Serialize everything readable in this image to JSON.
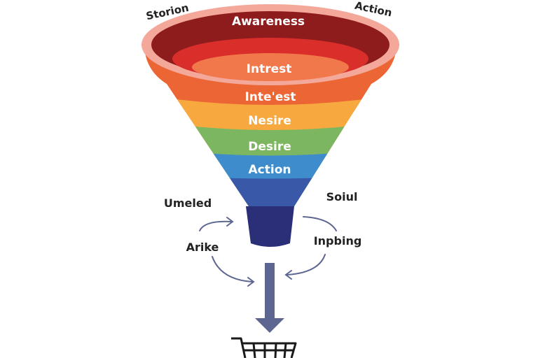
{
  "diagram": {
    "type": "marketing-funnel",
    "corner_labels": {
      "top_left": "Storion",
      "top_right": "Action"
    },
    "stages": [
      {
        "label": "Awareness",
        "color": "#8e1c1c"
      },
      {
        "label": "Intrest",
        "color": "#f0784a"
      },
      {
        "label": "Inte'est",
        "color": "#ec6535"
      },
      {
        "label": "Nesire",
        "color": "#f7a83e"
      },
      {
        "label": "Desire",
        "color": "#7db661"
      },
      {
        "label": "Action",
        "color": "#3e8ccb"
      }
    ],
    "colors": {
      "rim": "#f4a89a",
      "rim_inner_dark": "#8e1c1c",
      "inner_red": "#d92e2a",
      "inner_orange": "#f0784a",
      "band_orange": "#ec6535",
      "band_yellow": "#f7a83e",
      "band_green": "#7db661",
      "band_blue": "#3e8ccb",
      "band_indigo": "#3a58a8",
      "spout": "#2a2f78",
      "arrow": "#5d6591",
      "text_dark": "#222222",
      "text_light": "#ffffff"
    },
    "side_labels": {
      "left_top": "Umeled",
      "left_mid": "Arike",
      "right_top": "Soiul",
      "right_mid": "Inpbing"
    },
    "icons": {
      "down_arrow": "arrow-down-icon",
      "cart": "shopping-cart-icon",
      "cycle_arrows": "curved-arrow-icon"
    }
  }
}
